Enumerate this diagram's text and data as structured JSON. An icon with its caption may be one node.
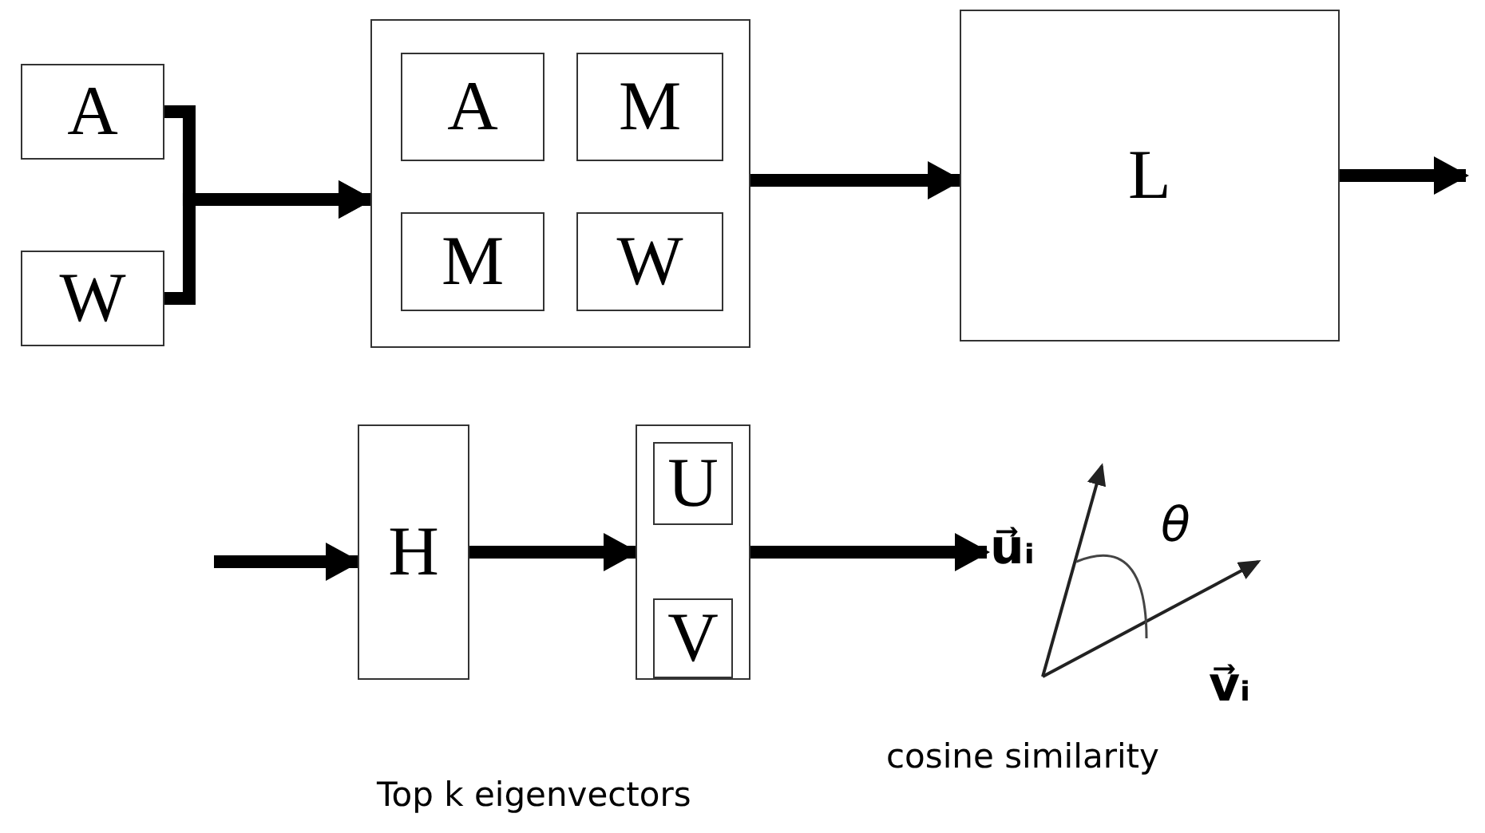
{
  "diagram": {
    "nodes": [
      {
        "text": [
          "A"
        ]
      },
      {
        "text": [
          "W"
        ]
      },
      {
        "text": [],
        "shape": "box"
      },
      {
        "text": [
          "A"
        ],
        "in": 2
      },
      {
        "text": [
          "M"
        ],
        "in": 2
      },
      {
        "text": [
          "M"
        ],
        "in": 2
      },
      {
        "text": [
          "W"
        ],
        "in": 2
      },
      {
        "text": [
          "L"
        ]
      },
      {
        "text": [
          "H"
        ]
      },
      {
        "text": [],
        "shape": "box",
        "beside": [
          "Top k eigenvectors"
        ]
      },
      {
        "text": [
          "U"
        ],
        "in": 9
      },
      {
        "text": [
          "V"
        ],
        "in": 9
      },
      {
        "text": [],
        "shape": "picture",
        "beside": [
          "cosine similarity"
        ]
      }
    ],
    "edges": [
      {
        "from": 0,
        "to": 2,
        "arrow": "to"
      },
      {
        "from": 1,
        "to": 2,
        "arrow": "to"
      },
      {
        "from": 2,
        "to": 7,
        "arrow": "to"
      },
      {
        "from": 7,
        "to": null,
        "arrow": "to"
      },
      {
        "from": null,
        "to": 8,
        "arrow": "to"
      },
      {
        "from": 8,
        "to": 9,
        "arrow": "to"
      },
      {
        "from": 9,
        "to": 12,
        "arrow": "to"
      }
    ],
    "labels": [
      "u⃗ᵢ",
      "θ",
      "v⃗ᵢ"
    ]
  }
}
